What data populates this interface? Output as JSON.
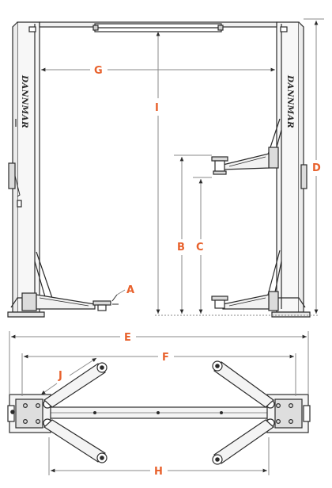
{
  "brand": "DANNMAR",
  "colors": {
    "line": "#2b2b2b",
    "dim_line": "#8a8a8a",
    "label": "#e8612c",
    "fill_light": "#f2f2f2",
    "fill_mid": "#d9d9d9",
    "background": "#ffffff"
  },
  "dimension_labels": {
    "a": "A",
    "b": "B",
    "c": "C",
    "d": "D",
    "e": "E",
    "f": "F",
    "g": "G",
    "h": "H",
    "i": "I",
    "j": "J"
  }
}
